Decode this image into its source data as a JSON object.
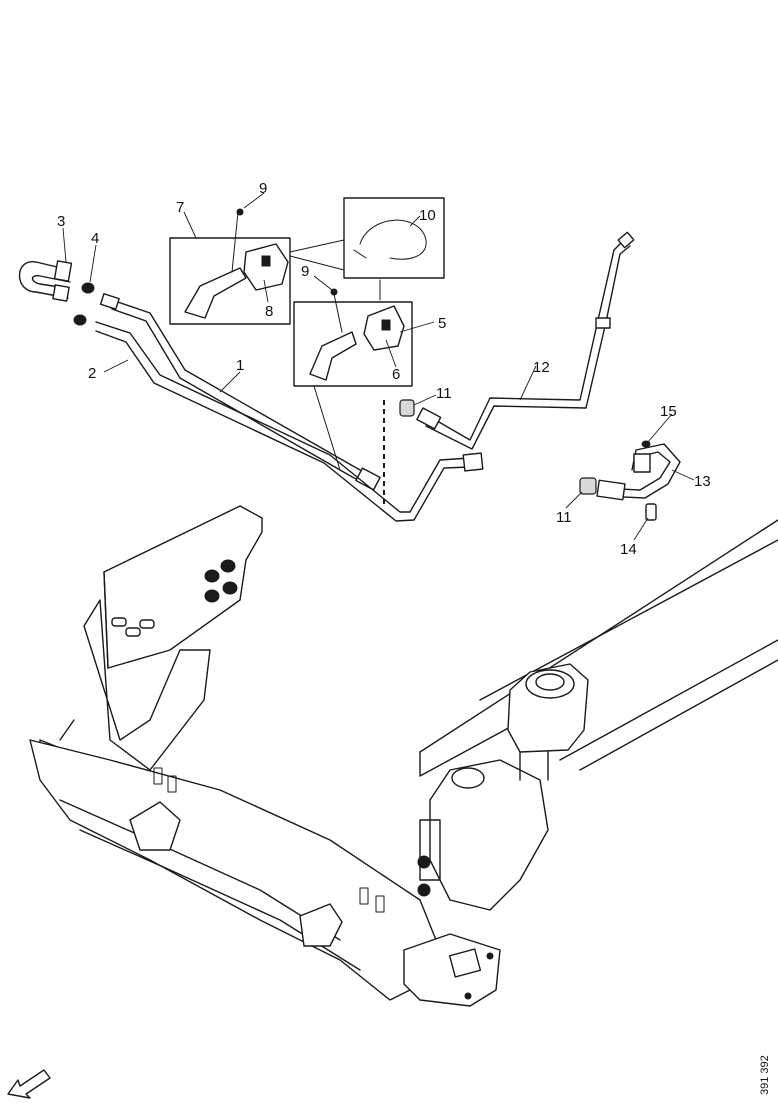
{
  "diagram": {
    "callouts": [
      {
        "id": "c1",
        "text": "1"
      },
      {
        "id": "c2",
        "text": "2"
      },
      {
        "id": "c3",
        "text": "3"
      },
      {
        "id": "c4",
        "text": "4"
      },
      {
        "id": "c5",
        "text": "5"
      },
      {
        "id": "c6",
        "text": "6"
      },
      {
        "id": "c7",
        "text": "7"
      },
      {
        "id": "c8",
        "text": "8"
      },
      {
        "id": "c9a",
        "text": "9"
      },
      {
        "id": "c9b",
        "text": "9"
      },
      {
        "id": "c10",
        "text": "10"
      },
      {
        "id": "c11a",
        "text": "11"
      },
      {
        "id": "c11b",
        "text": "11"
      },
      {
        "id": "c12",
        "text": "12"
      },
      {
        "id": "c13",
        "text": "13"
      },
      {
        "id": "c14",
        "text": "14"
      },
      {
        "id": "c15",
        "text": "15"
      }
    ],
    "reference_number": "391 392"
  }
}
